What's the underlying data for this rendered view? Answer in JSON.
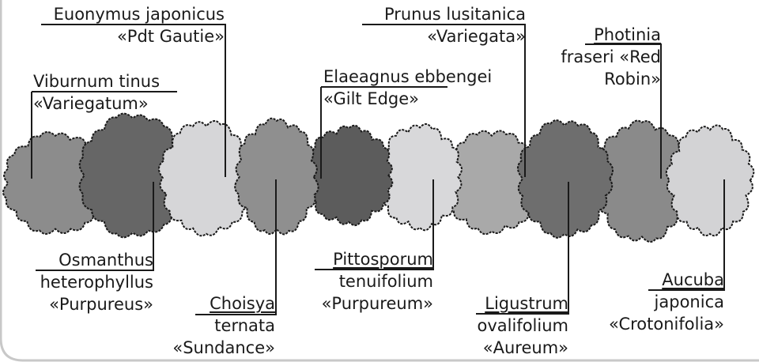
{
  "plants": [
    {
      "id": "viburnum",
      "lines": [
        "Viburnum tinus",
        "«Variegatum»"
      ],
      "shade": "#8c8c8c"
    },
    {
      "id": "osmanthus",
      "lines": [
        "Osmanthus",
        "heterophyllus",
        "«Purpureus»"
      ],
      "shade": "#666666"
    },
    {
      "id": "euonymus",
      "lines": [
        "Euonymus japonicus",
        "«Pdt Gautie»"
      ],
      "shade": "#d6d6d8"
    },
    {
      "id": "choisya",
      "lines": [
        "Choisya",
        "ternata",
        "«Sundance»"
      ],
      "shade": "#8f8f8f"
    },
    {
      "id": "elaeagnus",
      "lines": [
        "Elaeagnus ebbengei",
        "«Gilt Edge»"
      ],
      "shade": "#5c5c5c"
    },
    {
      "id": "pittosporum",
      "lines": [
        "Pittosporum",
        "tenuifolium",
        "«Purpureum»"
      ],
      "shade": "#d8d8da"
    },
    {
      "id": "prunus",
      "lines": [
        "Prunus lusitanica",
        "«Variegata»"
      ],
      "shade": "#a9a9a9"
    },
    {
      "id": "ligustrum",
      "lines": [
        "Ligustrum",
        "ovalifolium",
        "«Aureum»"
      ],
      "shade": "#6e6e6e"
    },
    {
      "id": "photinia",
      "lines": [
        "Photinia",
        "fraseri «Red",
        "Robin»"
      ],
      "shade": "#8a8a8a"
    },
    {
      "id": "aucuba",
      "lines": [
        "Aucuba",
        "japonica",
        "«Crotonifolia»"
      ],
      "shade": "#d3d3d5"
    }
  ],
  "colors": {
    "outline": "#1a1a1a",
    "card_border": "#c8c8c8",
    "background": "#ffffff"
  }
}
